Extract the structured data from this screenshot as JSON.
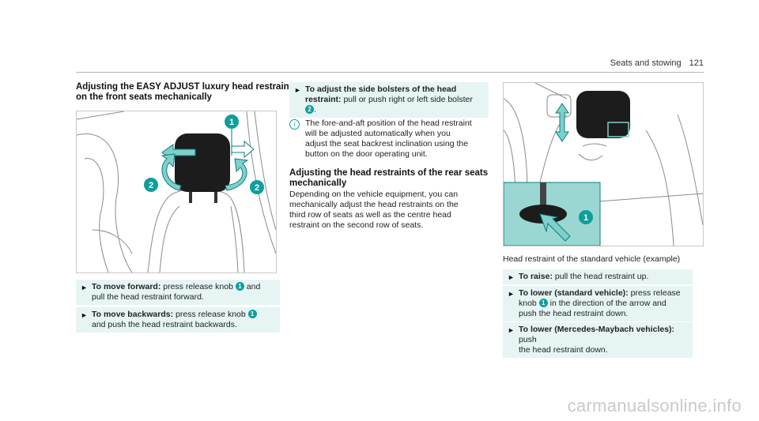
{
  "header": {
    "section": "Seats and stowing",
    "page_number": "121"
  },
  "left": {
    "title_line1": "Adjusting the EASY ADJUST luxury head restraints",
    "title_line2": "on the front seats mechanically",
    "callouts": [
      "1",
      "2",
      "2"
    ],
    "steps": [
      {
        "label": "To move forward:",
        "text_a": "press release knob",
        "ref": "1",
        "text_b": "and",
        "text_c": "pull the head restraint forward."
      },
      {
        "label": "To move backwards:",
        "text_a": "press release knob",
        "ref": "1",
        "text_c": "and push the head restraint backwards."
      }
    ]
  },
  "middle": {
    "step1": {
      "label_line1": "To adjust the side bolsters of the head",
      "label_line2": "restraint:",
      "text_a": "pull or push right or left side bolster",
      "ref": "2",
      "text_b": "."
    },
    "note_icon": "info-icon",
    "note_lines": [
      "The fore-and-aft position of the head restraint",
      "will be adjusted automatically when you",
      "adjust the seat backrest inclination using the",
      "button on the door operating unit."
    ],
    "subheading_line1": "Adjusting the head restraints of the rear seats",
    "subheading_line2": "mechanically",
    "para_lines": [
      "Depending on the vehicle equipment, you can",
      "mechanically adjust the head restraints on the",
      "third row of seats as well as the centre head",
      "restraint on the second row of seats."
    ]
  },
  "right": {
    "caption": "Head restraint of the standard vehicle (example)",
    "callout": "1",
    "steps": [
      {
        "label": "To raise:",
        "text": "pull the head restraint up."
      },
      {
        "label": "To lower (standard vehicle):",
        "text_a": "press release",
        "text_b": "knob",
        "ref": "1",
        "text_c": "in the direction of the arrow and",
        "text_d": "push the head restraint down."
      },
      {
        "label": "To lower (Mercedes-Maybach vehicles):",
        "text_a": "push",
        "text_b": "the head restraint down."
      }
    ]
  },
  "watermark": "carmanualsonline.info",
  "colors": {
    "accent": "#0e9e9c",
    "step_bg": "#e6f4f4",
    "figure_bg": "#9ad7d3"
  }
}
